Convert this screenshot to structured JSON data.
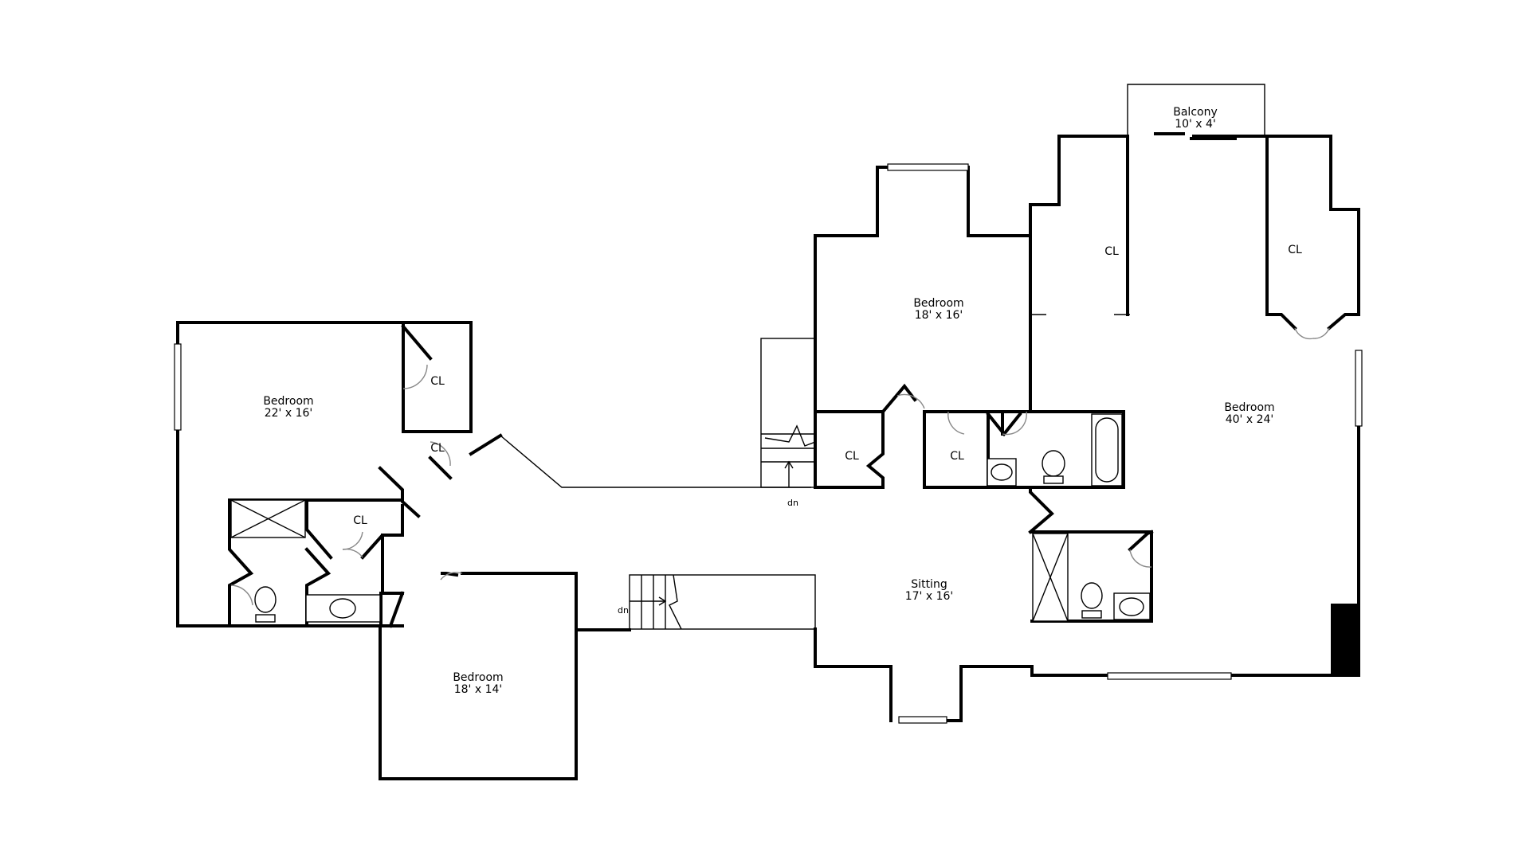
{
  "rooms": {
    "bedroom_22x16": {
      "name": "Bedroom",
      "dims": "22' x 16'"
    },
    "bedroom_18x14": {
      "name": "Bedroom",
      "dims": "18' x 14'"
    },
    "bedroom_18x16": {
      "name": "Bedroom",
      "dims": "18' x 16'"
    },
    "bedroom_40x24": {
      "name": "Bedroom",
      "dims": "40' x 24'"
    },
    "sitting": {
      "name": "Sitting",
      "dims": "17' x 16'"
    },
    "balcony": {
      "name": "Balcony",
      "dims": "10' x 4'"
    }
  },
  "closets": {
    "cl1": "CL",
    "cl2": "CL",
    "cl3": "CL",
    "cl4": "CL",
    "cl5": "CL",
    "cl6": "CL",
    "cl7": "CL"
  },
  "stairs": {
    "down_1": "dn",
    "down_2": "dn"
  }
}
